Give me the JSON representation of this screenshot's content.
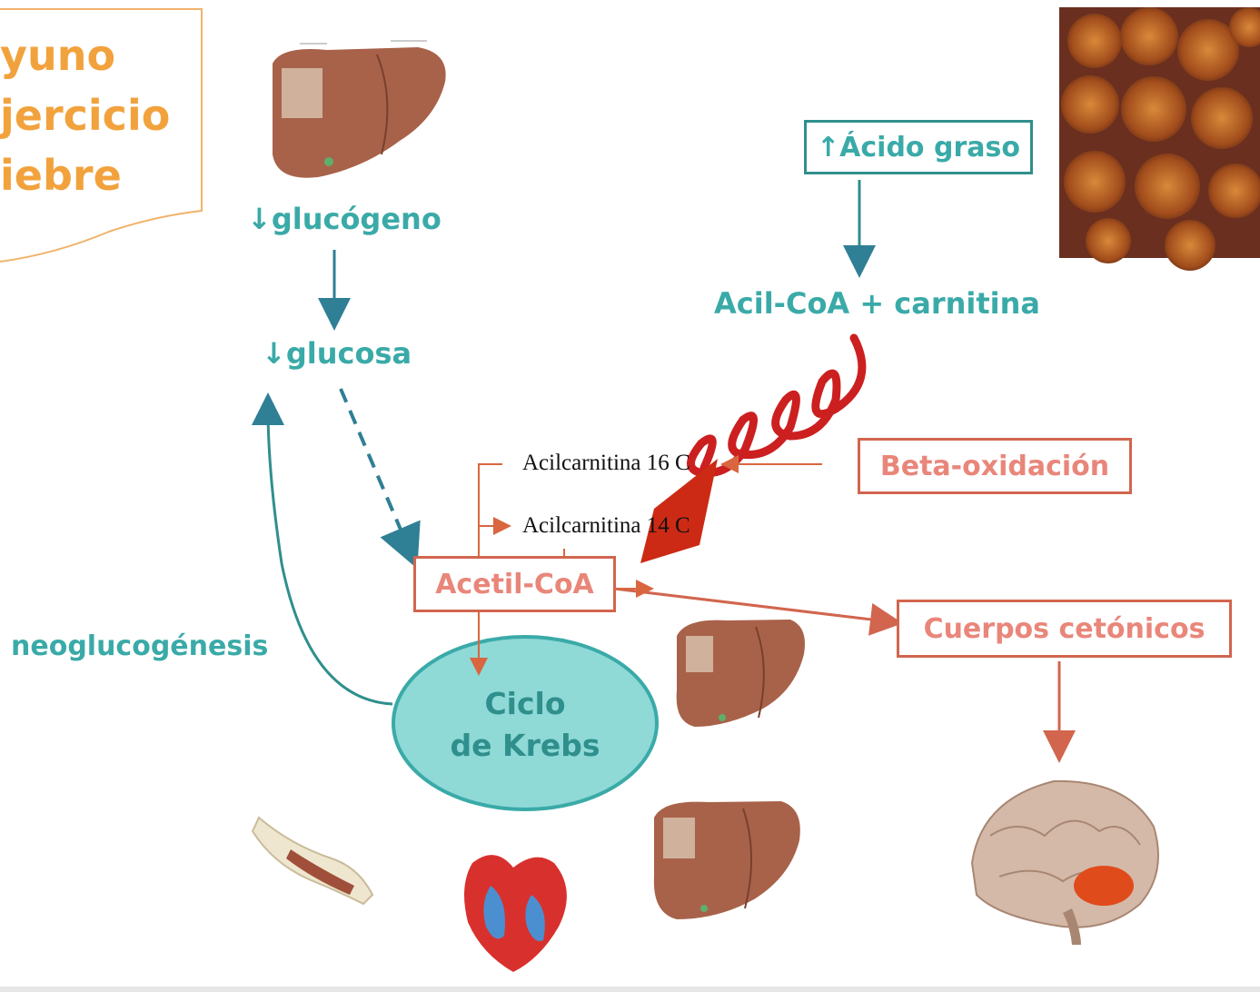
{
  "conditions": [
    "yuno",
    "jercicio",
    "iebre"
  ],
  "liver_top": {
    "down_label": "↓glucógeno"
  },
  "glucose_label": "↓glucosa",
  "neoglucogenesis_label": "neoglucogénesis",
  "krebs": {
    "line1": "Ciclo",
    "line2": "de Krebs"
  },
  "fatty_acid_label": "↑Ácido graso",
  "acil_coa_label": "Acil-CoA + carnitina",
  "beta_oxidation_label": "Beta-oxidación",
  "acetil_coa_label": "Acetil-CoA",
  "ketone_label": "Cuerpos cetónicos",
  "annotations": {
    "acylcarnitine_16": "Acilcarnitina 16 C",
    "acylcarnitine_14": "Acilcarnitina 14 C"
  },
  "colors": {
    "teal": "#3aaaa8",
    "teal_dark": "#2f8f8c",
    "red": "#d2654e",
    "orange": "#f2a23c",
    "krebs_fill": "#8fd9d6"
  }
}
